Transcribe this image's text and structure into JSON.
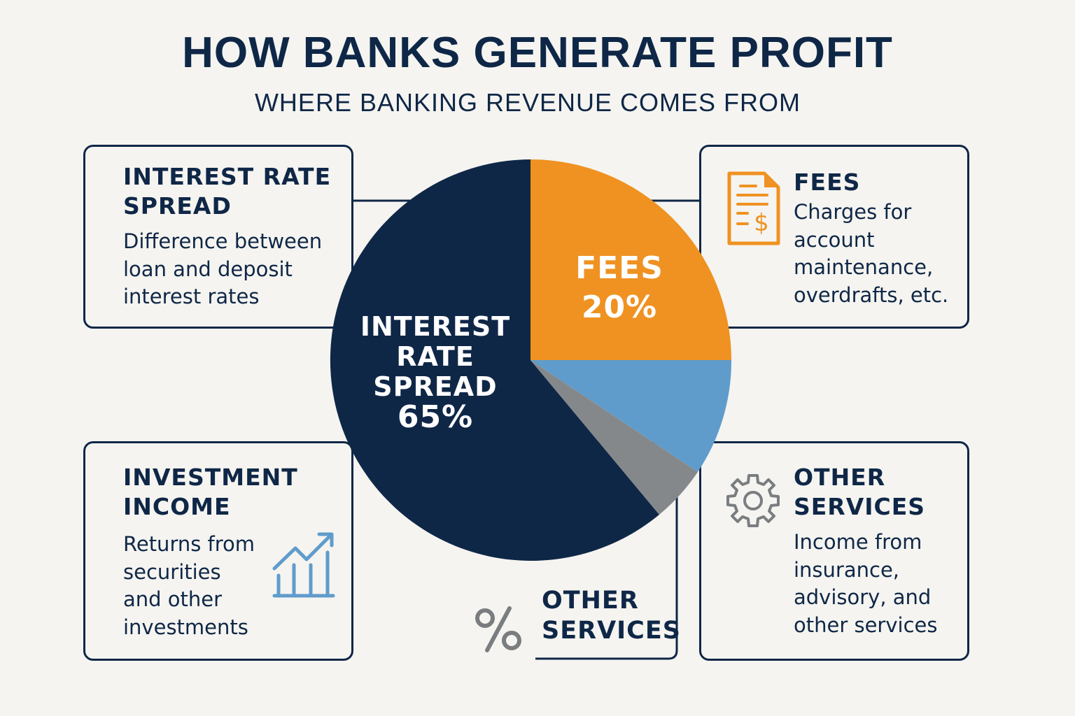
{
  "header": {
    "title": "HOW BANKS GENERATE PROFIT",
    "subtitle": "WHERE BANKING REVENUE COMES FROM"
  },
  "colors": {
    "navy": "#0f2747",
    "orange": "#ef9222",
    "blue": "#5f9ccc",
    "gray": "#85888b",
    "background": "#f5f4f0"
  },
  "cards": {
    "interest": {
      "title_line1": "INTEREST RATE",
      "title_line2": "SPREAD",
      "desc_line1": "Difference between",
      "desc_line2": "loan and deposit",
      "desc_line3": "interest rates"
    },
    "fees": {
      "icon": "invoice-dollar-icon",
      "title": "FEES",
      "desc_line1": "Charges for",
      "desc_line2": "account",
      "desc_line3": "maintenance,",
      "desc_line4": "overdrafts, etc."
    },
    "investment": {
      "icon": "growth-chart-icon",
      "title_line1": "INVESTMENT",
      "title_line2": "INCOME",
      "desc_line1": "Returns from",
      "desc_line2": "securities",
      "desc_line3": "and other",
      "desc_line4": "investments"
    },
    "other": {
      "icon": "gear-icon",
      "title_line1": "OTHER",
      "title_line2": "SERVICES",
      "desc_line1": "Income from",
      "desc_line2": "insurance,",
      "desc_line3": "advisory, and",
      "desc_line4": "other services"
    }
  },
  "bottom_label": {
    "icon": "percent-icon",
    "line1": "OTHER",
    "line2": "SERVICES"
  },
  "pie_labels": {
    "interest_line1": "INTEREST",
    "interest_line2": "RATE",
    "interest_line3": "SPREAD",
    "interest_value": "65%",
    "fees_line1": "FEES",
    "fees_value": "20%"
  },
  "chart_data": {
    "type": "pie",
    "title": "HOW BANKS GENERATE PROFIT",
    "subtitle": "WHERE BANKING REVENUE COMES FROM",
    "categories": [
      "Interest Rate Spread",
      "Fees",
      "Investment Income",
      "Other Services"
    ],
    "values": [
      65,
      20,
      10,
      5
    ],
    "labeled_values": {
      "Interest Rate Spread": "65%",
      "Fees": "20%"
    },
    "colors": [
      "#0f2747",
      "#ef9222",
      "#5f9ccc",
      "#85888b"
    ],
    "start_angle": "12 o'clock, clockwise: Fees, Investment Income, Other Services, Interest Rate Spread",
    "legend": "callout cards around pie"
  }
}
